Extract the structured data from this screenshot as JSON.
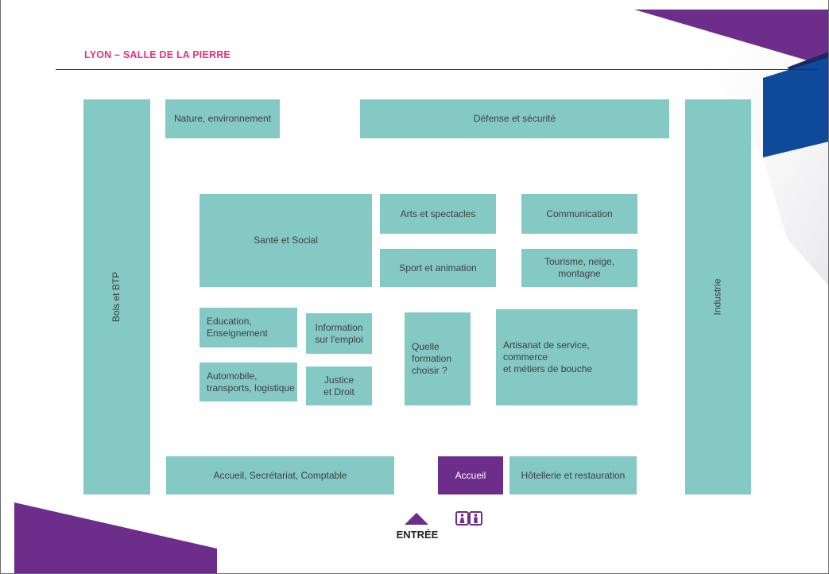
{
  "header": {
    "title": "LYON – SALLE DE LA PIERRE"
  },
  "colors": {
    "title_pink": "#e6317c",
    "stand_teal": "#84c9c4",
    "accent_purple": "#6d2d8a",
    "navy_blue": "#0f4a9a"
  },
  "stands": {
    "bois_btp": "Bois et BTP",
    "industrie": "Industrie",
    "nature": "Nature, environnement",
    "defense": "Défense et sécurité",
    "sante": "Santé et Social",
    "arts": "Arts et spectacles",
    "communication": "Communication",
    "sport": "Sport et animation",
    "tourisme": "Tourisme, neige,\nmontagne",
    "education": "Education,\nEnseignement",
    "information": "Information\nsur l'emploi",
    "quelle_formation": "Quelle\nformation\nchoisir ?",
    "artisanat": "Artisanat de service,\ncommerce\net métiers de bouche",
    "automobile": "Automobile,\ntransports, logistique",
    "justice": "Justice\net Droit",
    "accueil_secretariat": "Accueil, Secrétariat, Comptable",
    "accueil": "Accueil",
    "hotellerie": "Hôtellerie et restauration"
  },
  "entrance": {
    "label": "ENTRÉE",
    "arrow_icon": "entrance-arrow-icon",
    "restroom_icon": "restroom-icon"
  }
}
